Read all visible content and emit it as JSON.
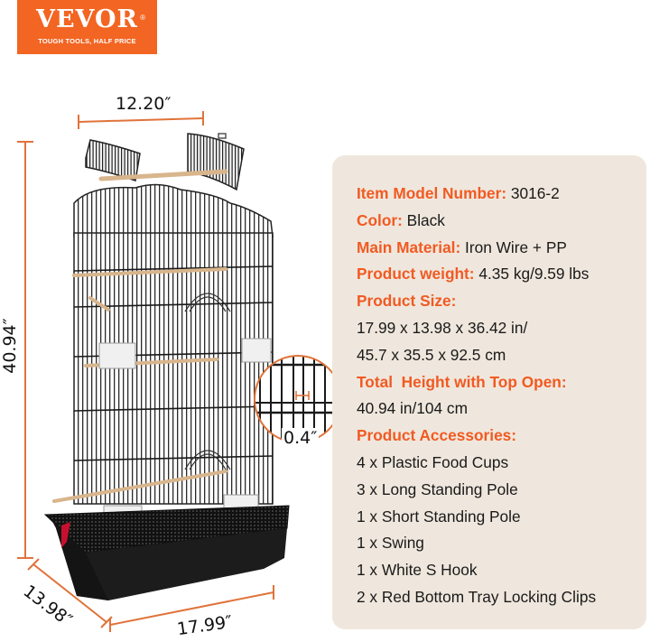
{
  "brand": {
    "name": "VEVOR",
    "registered_mark": "®",
    "tagline": "TOUGH TOOLS, HALF PRICE",
    "color": "#f26522"
  },
  "dimensions": {
    "top_width": "12.20″",
    "total_height": "40.94″",
    "depth": "13.98″",
    "width": "17.99″",
    "bar_spacing": "0.4″",
    "line_color": "#e0733a"
  },
  "specs": {
    "accent_color": "#f15a22",
    "model": {
      "label": "Item Model Number:",
      "value": " 3016-2"
    },
    "color": {
      "label": "Color:",
      "value": " Black"
    },
    "material": {
      "label": "Main Material:",
      "value": " Iron Wire + PP"
    },
    "weight": {
      "label": "Product weight:",
      "value": " 4.35 kg/9.59 lbs"
    },
    "size": {
      "label": "Product Size:",
      "line1": "17.99 x 13.98 x 36.42 in/",
      "line2": "45.7 x 35.5 x 92.5 cm"
    },
    "open_height": {
      "label": "Total  Height with Top Open:",
      "value": "40.94 in/104 cm"
    },
    "accessories": {
      "label": "Product Accessories:",
      "items": [
        "4 x Plastic Food Cups",
        "3 x Long Standing Pole",
        "1 x Short Standing Pole",
        "1 x Swing",
        "1 x White S Hook",
        "2 x Red Bottom Tray Locking Clips"
      ]
    }
  }
}
